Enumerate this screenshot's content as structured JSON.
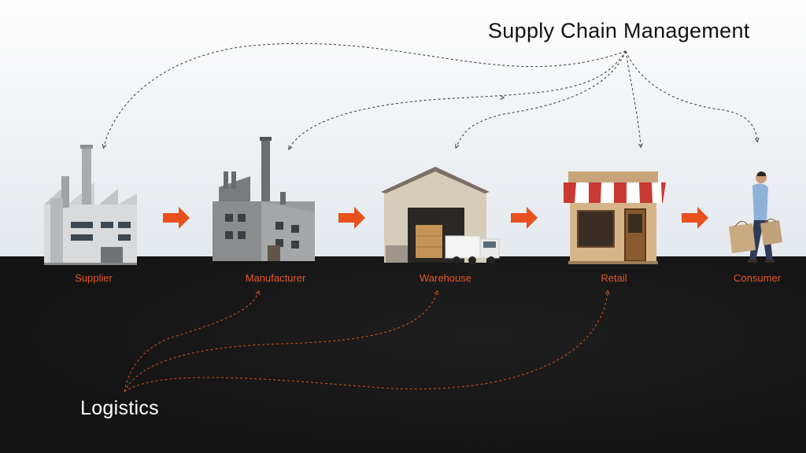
{
  "headings": {
    "supply_chain": "Supply Chain Management",
    "logistics": "Logistics"
  },
  "stages": [
    {
      "label": "Supplier",
      "icon": "factory-icon"
    },
    {
      "label": "Manufacturer",
      "icon": "manufacturing-plant-icon"
    },
    {
      "label": "Warehouse",
      "icon": "warehouse-with-truck-icon"
    },
    {
      "label": "Retail",
      "icon": "storefront-icon"
    },
    {
      "label": "Consumer",
      "icon": "shopper-with-bags-icon"
    }
  ],
  "colors": {
    "accent": "#e8501e",
    "label": "#e5552a",
    "top_background": "#eef1f4",
    "bottom_background": "#161616",
    "dashed_dark": "#333333",
    "dashed_orange": "#d4541f"
  }
}
